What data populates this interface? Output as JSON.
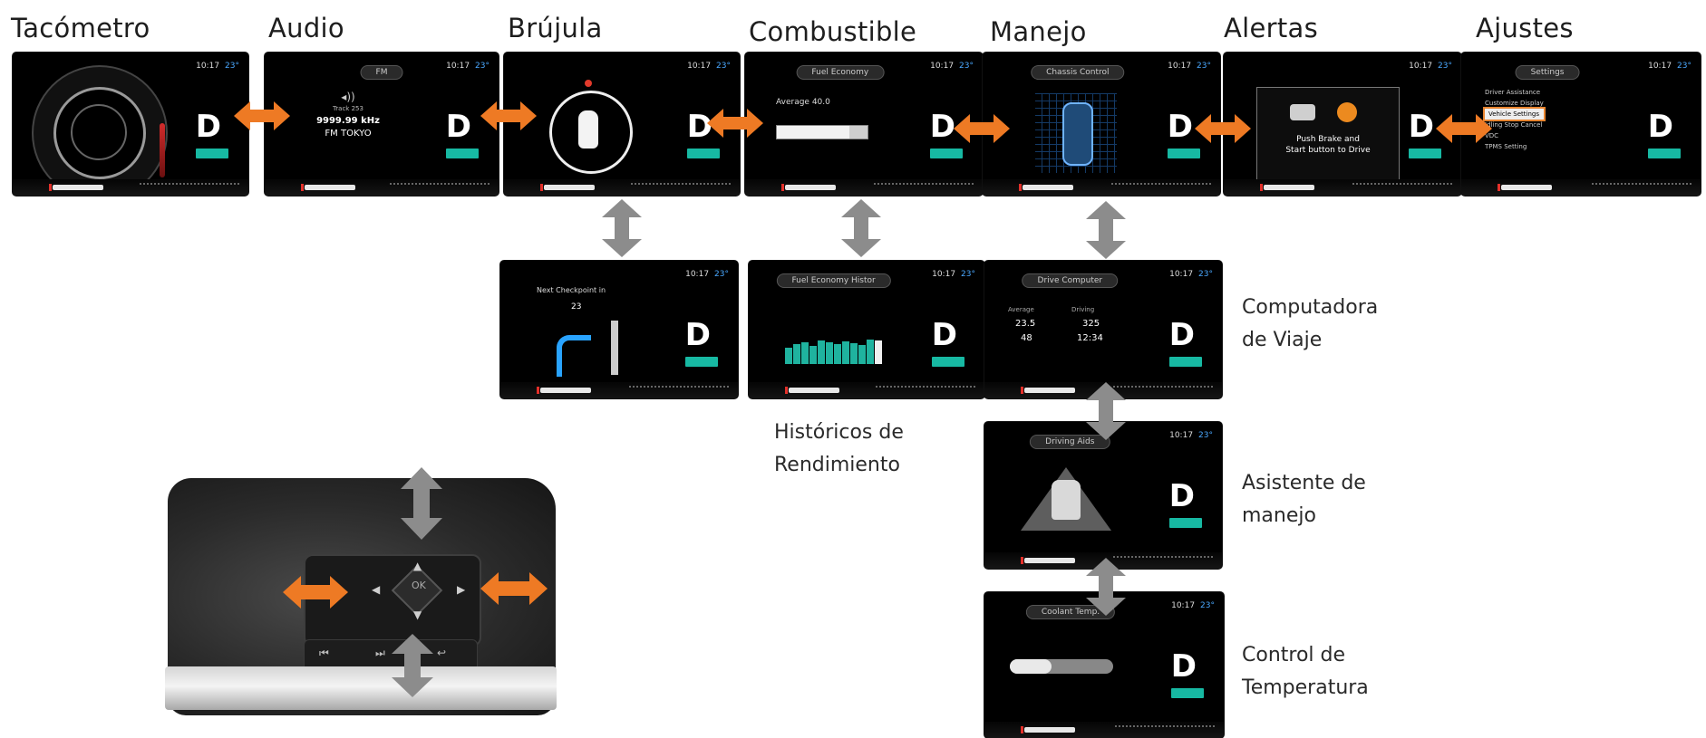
{
  "titles": {
    "tachometer": "Tacómetro",
    "audio": "Audio",
    "compass": "Brújula",
    "fuel": "Combustible",
    "driving": "Manejo",
    "alerts": "Alertas",
    "settings": "Ajustes"
  },
  "side_labels": {
    "trip_computer": [
      "Computadora",
      "de Viaje"
    ],
    "performance_history": [
      "Históricos de",
      "Rendimiento"
    ],
    "driving_assist": [
      "Asistente de",
      "manejo"
    ],
    "temperature_control": [
      "Control de",
      "Temperatura"
    ]
  },
  "screens": {
    "clock": "10:17",
    "ambient_temp": "23°",
    "gear": "D",
    "audio_tab": "FM",
    "audio_lines": [
      "Track 253",
      "9999.99 kHz",
      "FM TOKYO"
    ],
    "fuel_tab": "Fuel Economy",
    "fuel_avg": "Average 40.0",
    "driving_tab": "Chassis Control",
    "alert_text": [
      "Push Brake and",
      "Start button to Drive"
    ],
    "settings_tab": "Settings",
    "settings_items": [
      "Driver Assistance",
      "Customize Display",
      "Vehicle Settings",
      "Idling Stop Cancel",
      "VDC",
      "TPMS Setting"
    ],
    "nav_text": "Next Checkpoint in",
    "nav_distance": "23",
    "history_tab": "Fuel Economy Histor",
    "trip_tab": "Drive Computer",
    "trip_avg_label": "Average",
    "trip_driving_label": "Driving",
    "trip_vals": [
      "23.5",
      "48",
      "325",
      "12:34"
    ],
    "assist_tab": "Driving Aids",
    "coolant_tab": "Coolant Temp."
  },
  "colors": {
    "orange_arrow": "#ee7a24",
    "gray_arrow": "#8c8c8c",
    "teal_badge": "#17b9a3"
  }
}
